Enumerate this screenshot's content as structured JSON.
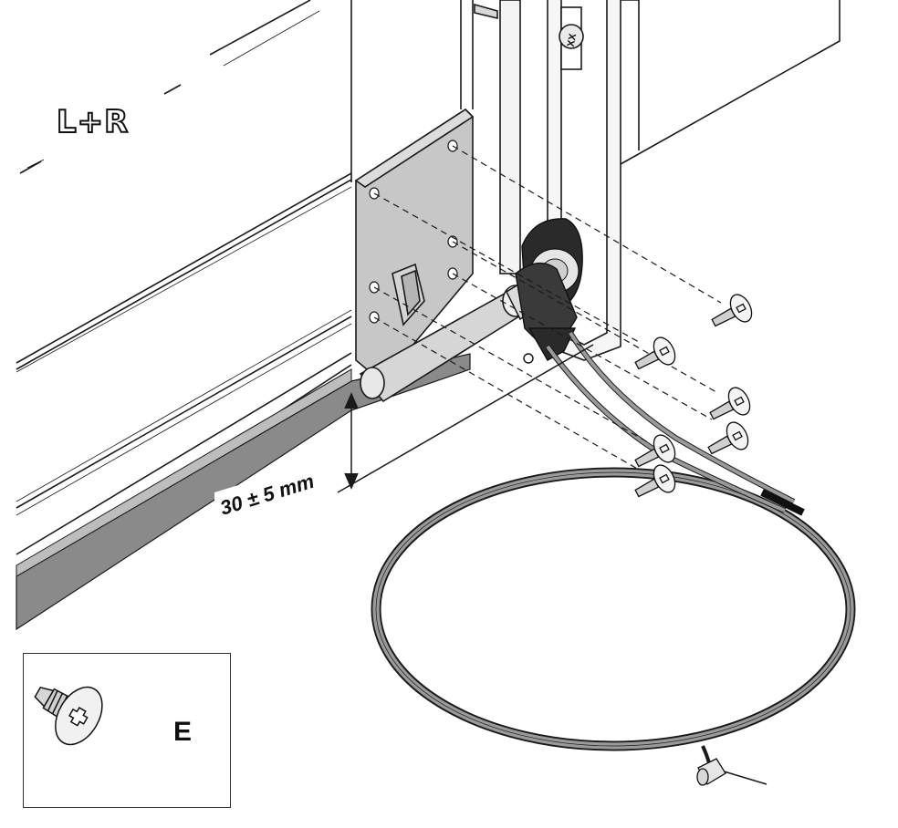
{
  "side_label": "L+R",
  "dimension": {
    "text": "30 ± 5 mm"
  },
  "rail_marking": "XX",
  "legend": {
    "part_letter": "E",
    "part_icon": "self-drilling-screw-icon"
  },
  "colors": {
    "line": "#1a1a1a",
    "bracket": "#c7c7c7",
    "seal": "#8a8a8a",
    "cable": "#9a9a9a",
    "dark_part": "#333333"
  }
}
